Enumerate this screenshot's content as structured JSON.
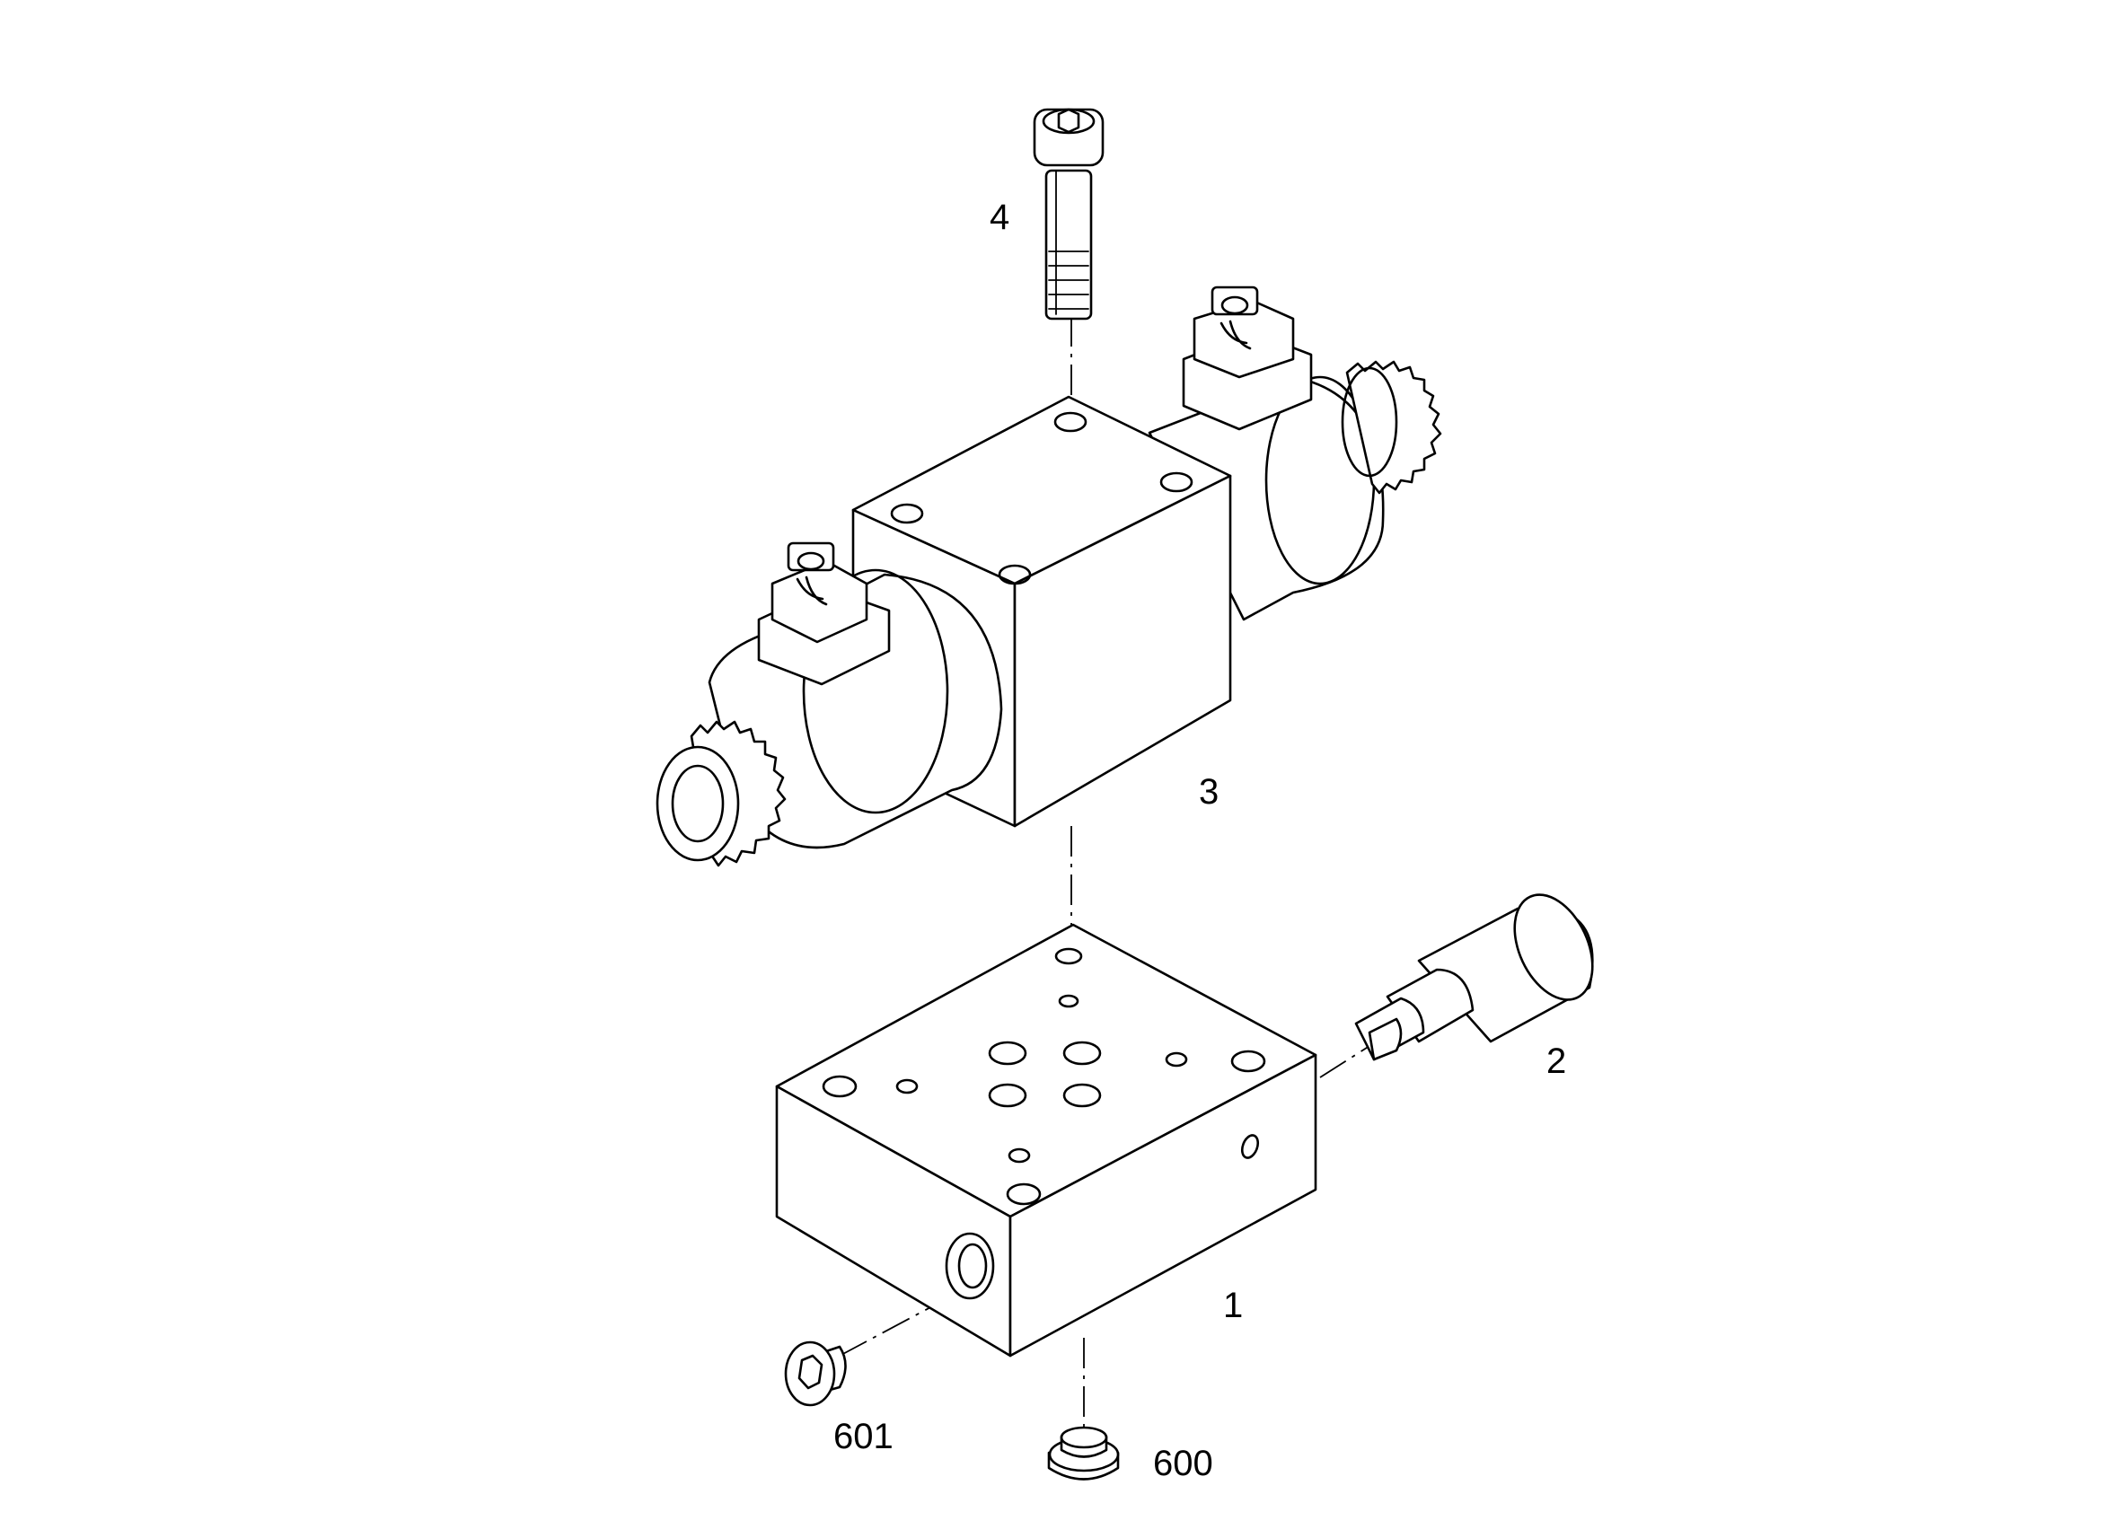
{
  "callouts": {
    "screw": "4",
    "directional_valve": "3",
    "subplate": "1",
    "pressure_switch": "2",
    "plug_side": "601",
    "plug_bottom": "600"
  },
  "colors": {
    "line": "#000000",
    "background": "#ffffff"
  }
}
